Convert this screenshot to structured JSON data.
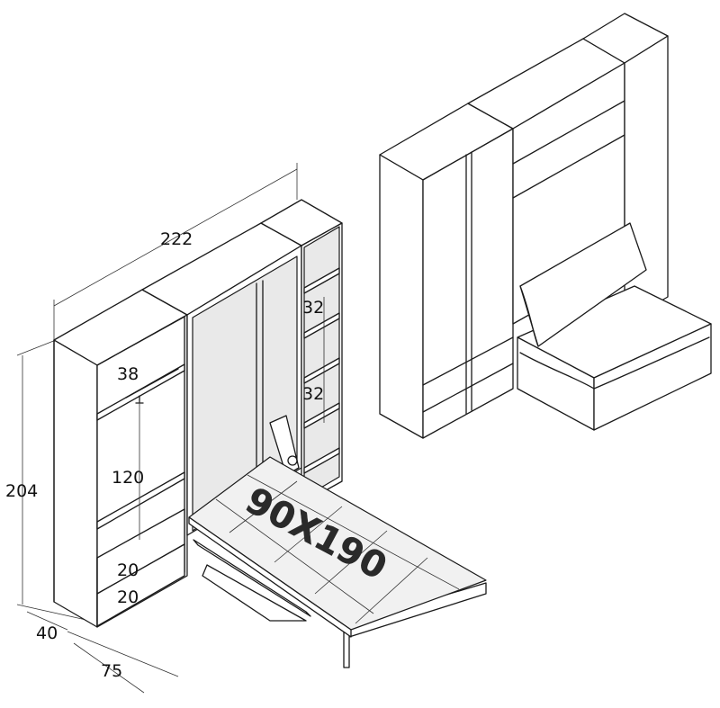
{
  "dimensions": {
    "width_total": "222",
    "height_total": "204",
    "depth_cabinet": "40",
    "depth_bed": "75",
    "shelf_top_height": "38",
    "hanging_height": "120",
    "drawer_upper": "20",
    "drawer_lower": "20",
    "shelf_spacing_upper": "32",
    "shelf_spacing_lower": "32"
  },
  "bed": {
    "size_label": "90X190"
  },
  "views": [
    "open-bed-dimensioned",
    "closed-sofa"
  ]
}
